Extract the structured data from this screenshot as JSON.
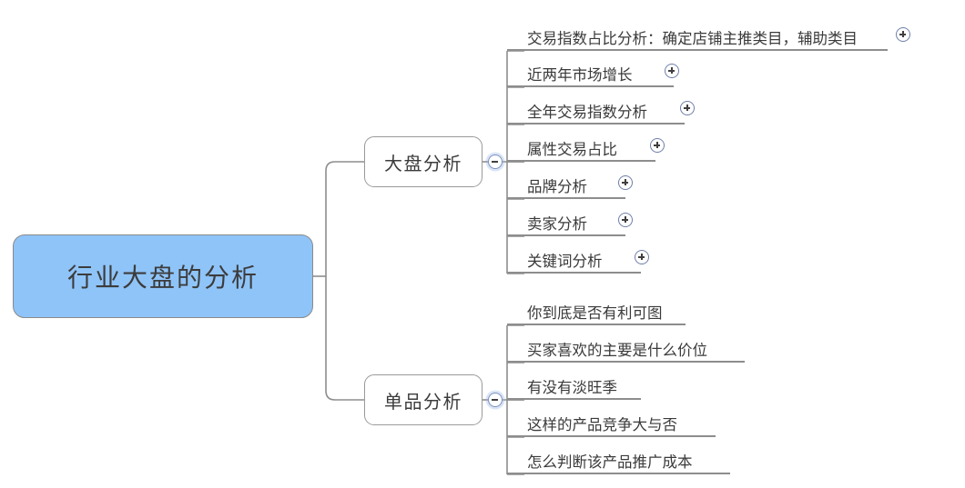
{
  "document": {
    "type": "mind-map",
    "background_color": "#ffffff",
    "text_color": "#3a3a3a",
    "connector_color": "#8d8d8d"
  },
  "root": {
    "label": "行业大盘的分析",
    "fill_color": "#8FC4F8",
    "border_color": "#8a8a8a"
  },
  "icons": {
    "expand": "plus-circle-icon",
    "collapse": "minus-circle-icon",
    "expand_color": "#6e7fa8",
    "collapse_color": "#7d90bd"
  },
  "branches": [
    {
      "label": "大盘分析",
      "toggle": "collapse",
      "toggle_state": "expanded",
      "children": [
        {
          "label": "交易指数占比分析：确定店铺主推类目，辅助类目",
          "toggle": "expand",
          "has_toggle": true
        },
        {
          "label": "近两年市场增长",
          "toggle": "expand",
          "has_toggle": true
        },
        {
          "label": "全年交易指数分析",
          "toggle": "expand",
          "has_toggle": true
        },
        {
          "label": "属性交易占比",
          "toggle": "expand",
          "has_toggle": true
        },
        {
          "label": "品牌分析",
          "toggle": "expand",
          "has_toggle": true
        },
        {
          "label": "卖家分析",
          "toggle": "expand",
          "has_toggle": true
        },
        {
          "label": "关键词分析",
          "toggle": "expand",
          "has_toggle": true
        }
      ]
    },
    {
      "label": "单品分析",
      "toggle": "collapse",
      "toggle_state": "expanded",
      "children": [
        {
          "label": "你到底是否有利可图",
          "has_toggle": false
        },
        {
          "label": "买家喜欢的主要是什么价位",
          "has_toggle": false
        },
        {
          "label": "有没有淡旺季",
          "has_toggle": false
        },
        {
          "label": "这样的产品竞争大与否",
          "has_toggle": false
        },
        {
          "label": "怎么判断该产品推广成本",
          "has_toggle": false
        }
      ]
    }
  ]
}
